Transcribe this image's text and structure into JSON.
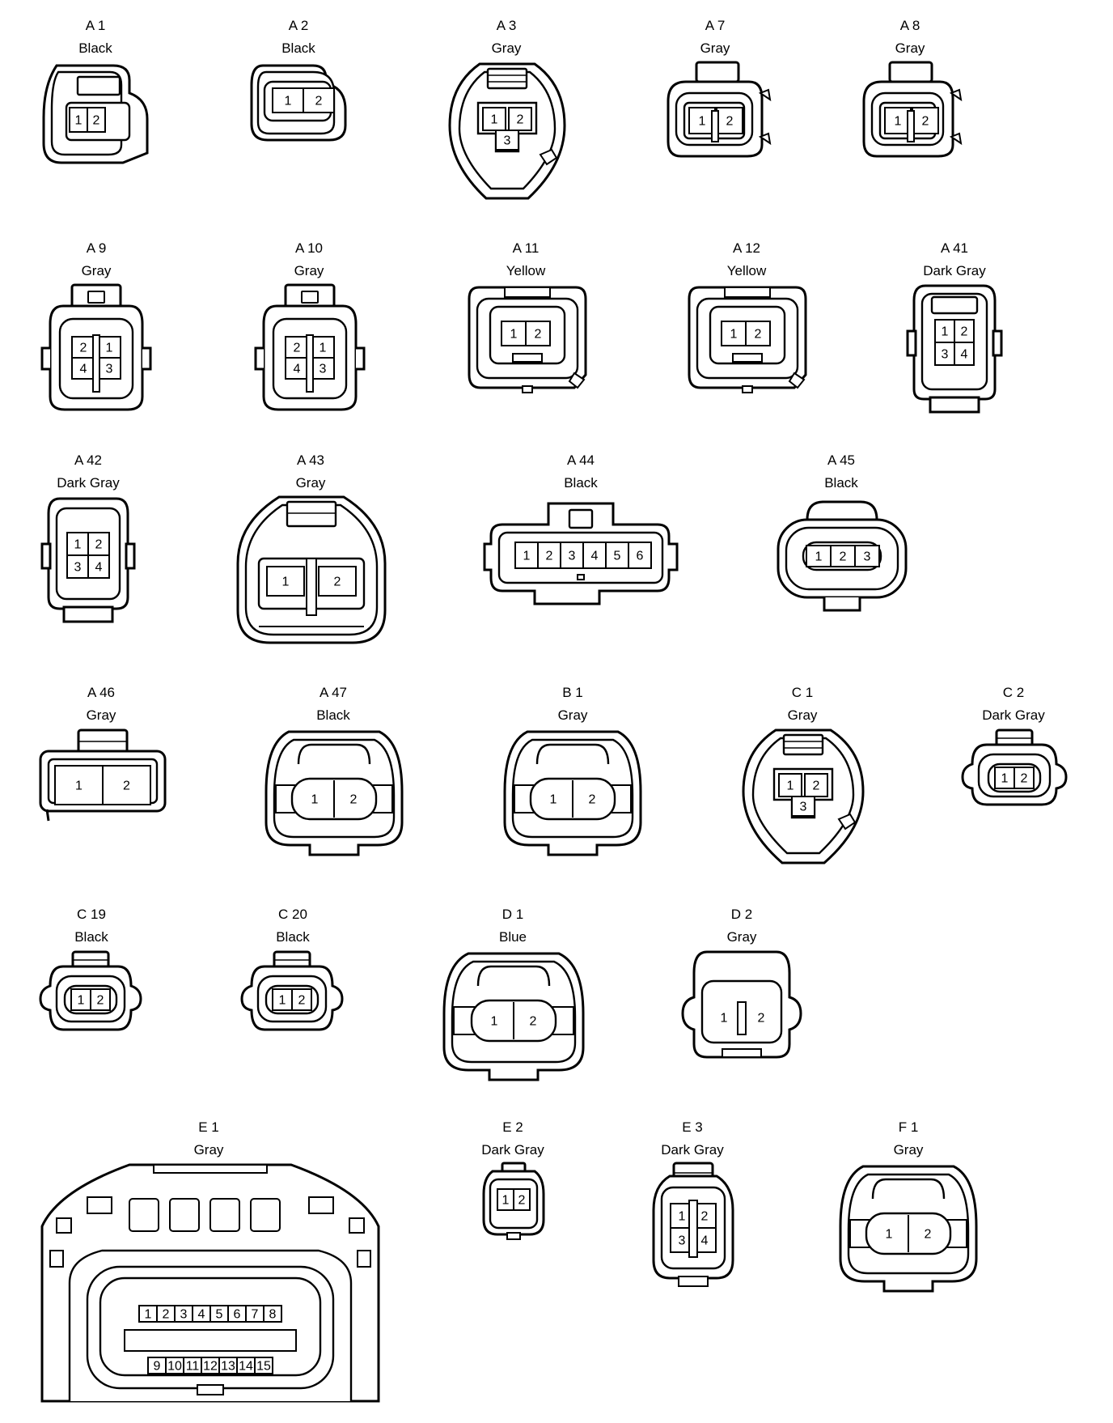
{
  "connectors": [
    {
      "id": "A 1",
      "color": "Black",
      "pins": [
        "1",
        "2"
      ]
    },
    {
      "id": "A 2",
      "color": "Black",
      "pins": [
        "1",
        "2"
      ]
    },
    {
      "id": "A 3",
      "color": "Gray",
      "pins": [
        "1",
        "2",
        "3"
      ]
    },
    {
      "id": "A 7",
      "color": "Gray",
      "pins": [
        "1",
        "2"
      ]
    },
    {
      "id": "A 8",
      "color": "Gray",
      "pins": [
        "1",
        "2"
      ]
    },
    {
      "id": "A 9",
      "color": "Gray",
      "pins": [
        "2",
        "1",
        "4",
        "3"
      ]
    },
    {
      "id": "A 10",
      "color": "Gray",
      "pins": [
        "2",
        "1",
        "4",
        "3"
      ]
    },
    {
      "id": "A 11",
      "color": "Yellow",
      "pins": [
        "1",
        "2"
      ]
    },
    {
      "id": "A 12",
      "color": "Yellow",
      "pins": [
        "1",
        "2"
      ]
    },
    {
      "id": "A 41",
      "color": "Dark Gray",
      "pins": [
        "1",
        "2",
        "3",
        "4"
      ]
    },
    {
      "id": "A 42",
      "color": "Dark Gray",
      "pins": [
        "1",
        "2",
        "3",
        "4"
      ]
    },
    {
      "id": "A 43",
      "color": "Gray",
      "pins": [
        "1",
        "2"
      ]
    },
    {
      "id": "A 44",
      "color": "Black",
      "pins": [
        "1",
        "2",
        "3",
        "4",
        "5",
        "6"
      ]
    },
    {
      "id": "A 45",
      "color": "Black",
      "pins": [
        "1",
        "2",
        "3"
      ]
    },
    {
      "id": "A 46",
      "color": "Gray",
      "pins": [
        "1",
        "2"
      ]
    },
    {
      "id": "A 47",
      "color": "Black",
      "pins": [
        "1",
        "2"
      ]
    },
    {
      "id": "B 1",
      "color": "Gray",
      "pins": [
        "1",
        "2"
      ]
    },
    {
      "id": "C 1",
      "color": "Gray",
      "pins": [
        "1",
        "2",
        "3"
      ]
    },
    {
      "id": "C 2",
      "color": "Dark Gray",
      "pins": [
        "1",
        "2"
      ]
    },
    {
      "id": "C 19",
      "color": "Black",
      "pins": [
        "1",
        "2"
      ]
    },
    {
      "id": "C 20",
      "color": "Black",
      "pins": [
        "1",
        "2"
      ]
    },
    {
      "id": "D 1",
      "color": "Blue",
      "pins": [
        "1",
        "2"
      ]
    },
    {
      "id": "D 2",
      "color": "Gray",
      "pins": [
        "1",
        "2"
      ]
    },
    {
      "id": "E 1",
      "color": "Gray",
      "pins": [
        "1",
        "2",
        "3",
        "4",
        "5",
        "6",
        "7",
        "8",
        "9",
        "10",
        "11",
        "12",
        "13",
        "14",
        "15"
      ]
    },
    {
      "id": "E 2",
      "color": "Dark Gray",
      "pins": [
        "1",
        "2"
      ]
    },
    {
      "id": "E 3",
      "color": "Dark Gray",
      "pins": [
        "1",
        "2",
        "3",
        "4"
      ]
    },
    {
      "id": "F 1",
      "color": "Gray",
      "pins": [
        "1",
        "2"
      ]
    }
  ]
}
